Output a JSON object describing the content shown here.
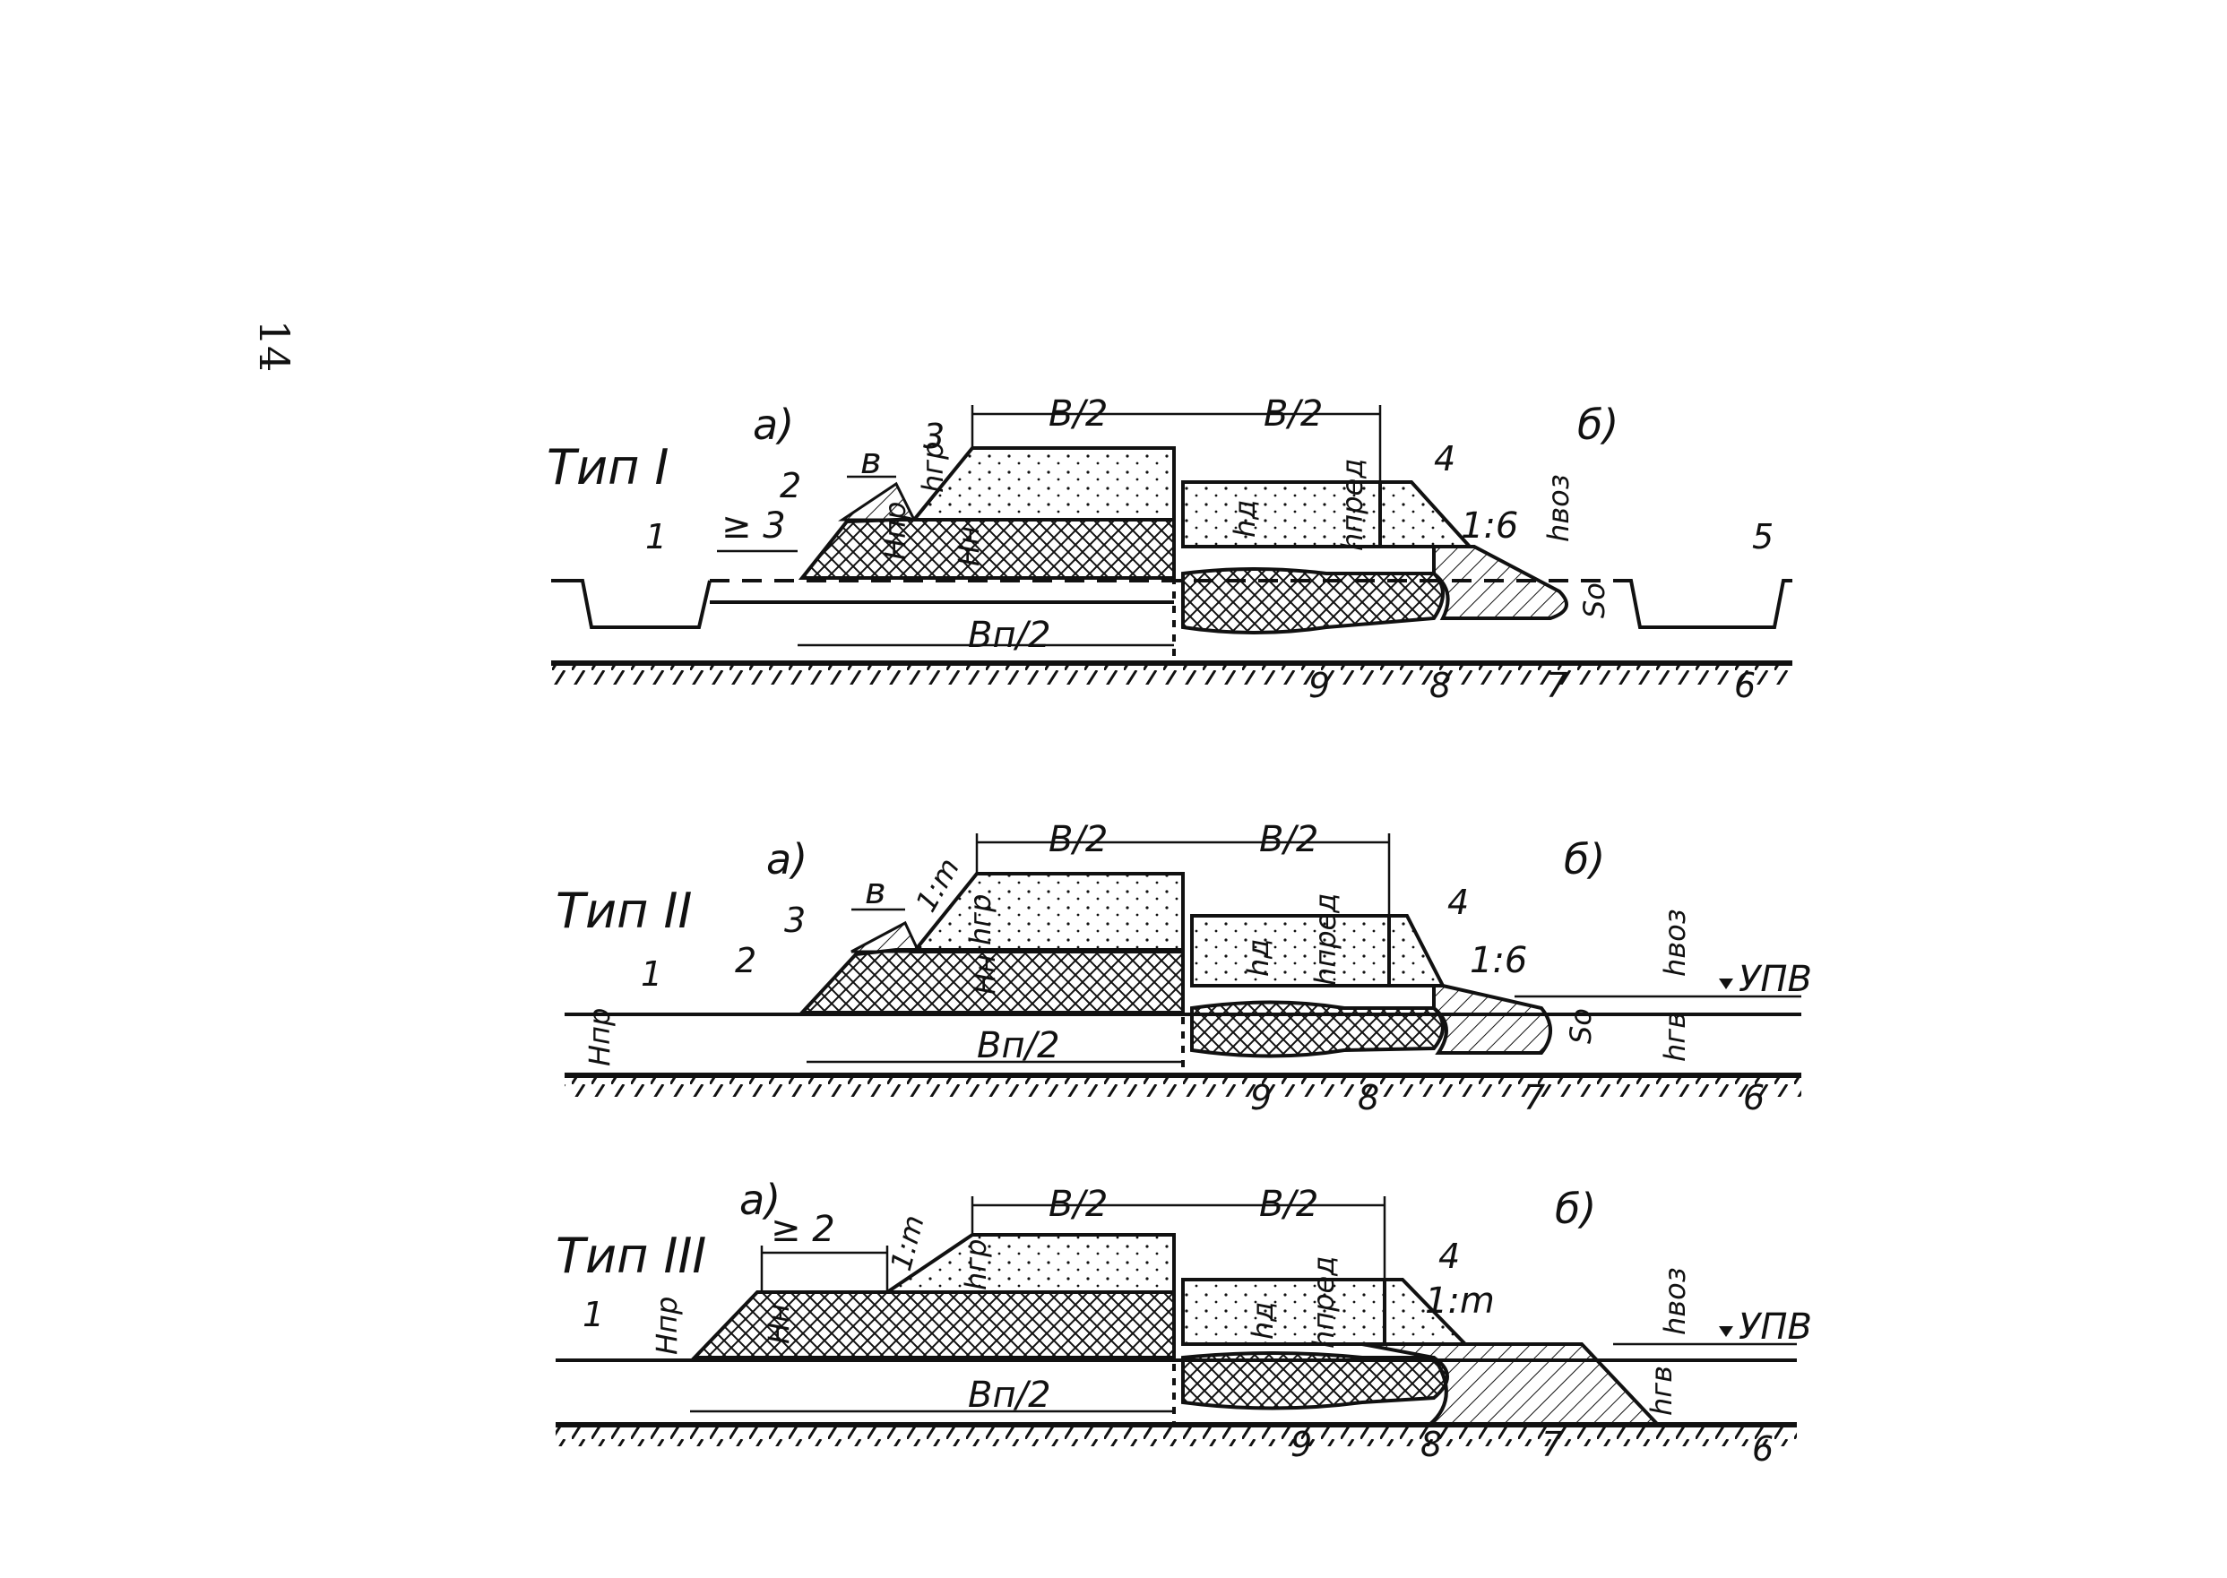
{
  "page_number": "14",
  "panels": [
    {
      "type_label": "Тип I",
      "sub_a": "а)",
      "sub_b": "б)",
      "dims": {
        "half_width_left": "B/2",
        "half_width_right": "B/2",
        "base_half": "Bп/2",
        "berm_width": "в",
        "berm_min": "≥ 3",
        "h_gr": "hгр",
        "h_pr": "Нпр",
        "h_n": "Нн",
        "h_d": "hд",
        "h_pred": "hпред",
        "h_voz": "hвоз",
        "slope": "1:6",
        "s_o": "So"
      },
      "callouts": [
        "1",
        "2",
        "3",
        "4",
        "5",
        "6",
        "7",
        "8",
        "9"
      ]
    },
    {
      "type_label": "Тип II",
      "sub_a": "а)",
      "sub_b": "б)",
      "dims": {
        "half_width_left": "B/2",
        "half_width_right": "B/2",
        "base_half": "Bп/2",
        "berm_width": "в",
        "slope_m": "1:m",
        "h_gr": "hгр",
        "h_pr": "Нпр",
        "h_n": "Нн",
        "h_d": "hд",
        "h_pred": "hпред",
        "h_voz": "hвоз",
        "h_gv": "hгв",
        "slope": "1:6",
        "s_o": "So",
        "water_level": "УПВ"
      },
      "callouts": [
        "1",
        "2",
        "3",
        "4",
        "6",
        "7",
        "8",
        "9"
      ]
    },
    {
      "type_label": "Тип III",
      "sub_a": "а)",
      "sub_b": "б)",
      "dims": {
        "half_width_left": "B/2",
        "half_width_right": "B/2",
        "base_half": "Bп/2",
        "berm_min": "≥ 2",
        "slope_m": "1:m",
        "slope_m_right": "1:m",
        "h_gr": "hгр",
        "h_pr": "Нпр",
        "h_n": "Нн",
        "h_d": "hд",
        "h_pred": "hпред",
        "h_voz": "hвоз",
        "h_gv": "hгв",
        "water_level": "УПВ"
      },
      "callouts": [
        "1",
        "4",
        "6",
        "7",
        "8",
        "9"
      ]
    }
  ]
}
